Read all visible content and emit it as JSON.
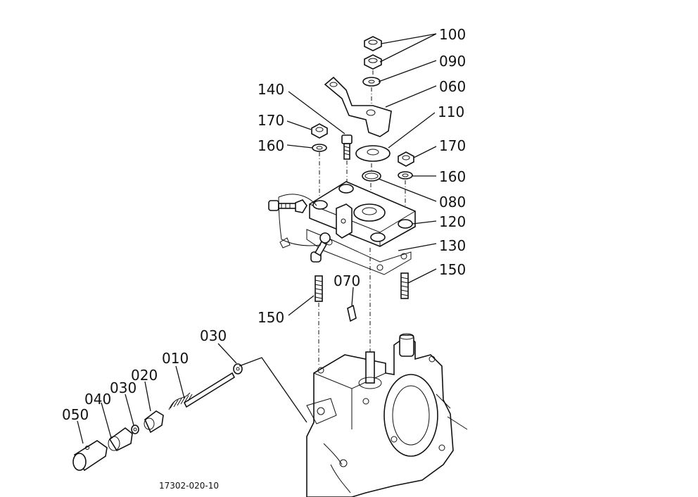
{
  "diagram": {
    "reference_code": "17302-020-10",
    "labels": {
      "l100": "100",
      "l090": "090",
      "l060": "060",
      "l140": "140",
      "l110": "110",
      "l170a": "170",
      "l160a": "160",
      "l170b": "170",
      "l160b": "160",
      "l080": "080",
      "l120": "120",
      "l130": "130",
      "l150a": "150",
      "l070": "070",
      "l150b": "150",
      "l030a": "030",
      "l010": "010",
      "l020": "020",
      "l030b": "030",
      "l040": "040",
      "l050": "050"
    }
  }
}
